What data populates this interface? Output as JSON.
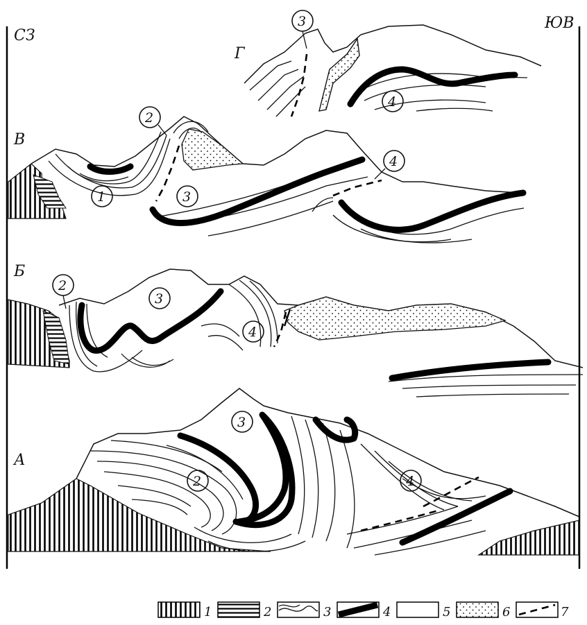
{
  "orientation": {
    "west": "СЗ",
    "east": "ЮВ"
  },
  "panels": [
    {
      "id": "A",
      "label": "А"
    },
    {
      "id": "B",
      "label": "Б"
    },
    {
      "id": "V",
      "label": "В"
    },
    {
      "id": "G",
      "label": "Г"
    }
  ],
  "callouts": {
    "G": [
      "3",
      "4"
    ],
    "V": [
      "2",
      "1",
      "3",
      "4"
    ],
    "B": [
      "2",
      "3",
      "4"
    ],
    "A": [
      "3",
      "2",
      "4"
    ]
  },
  "legend": [
    {
      "num": "1",
      "pattern": "vertical-hatch"
    },
    {
      "num": "2",
      "pattern": "horizontal-hatch"
    },
    {
      "num": "3",
      "pattern": "folded-strata"
    },
    {
      "num": "4",
      "pattern": "black-bed"
    },
    {
      "num": "5",
      "pattern": "blank"
    },
    {
      "num": "6",
      "pattern": "dotted"
    },
    {
      "num": "7",
      "pattern": "dashed-line"
    }
  ]
}
